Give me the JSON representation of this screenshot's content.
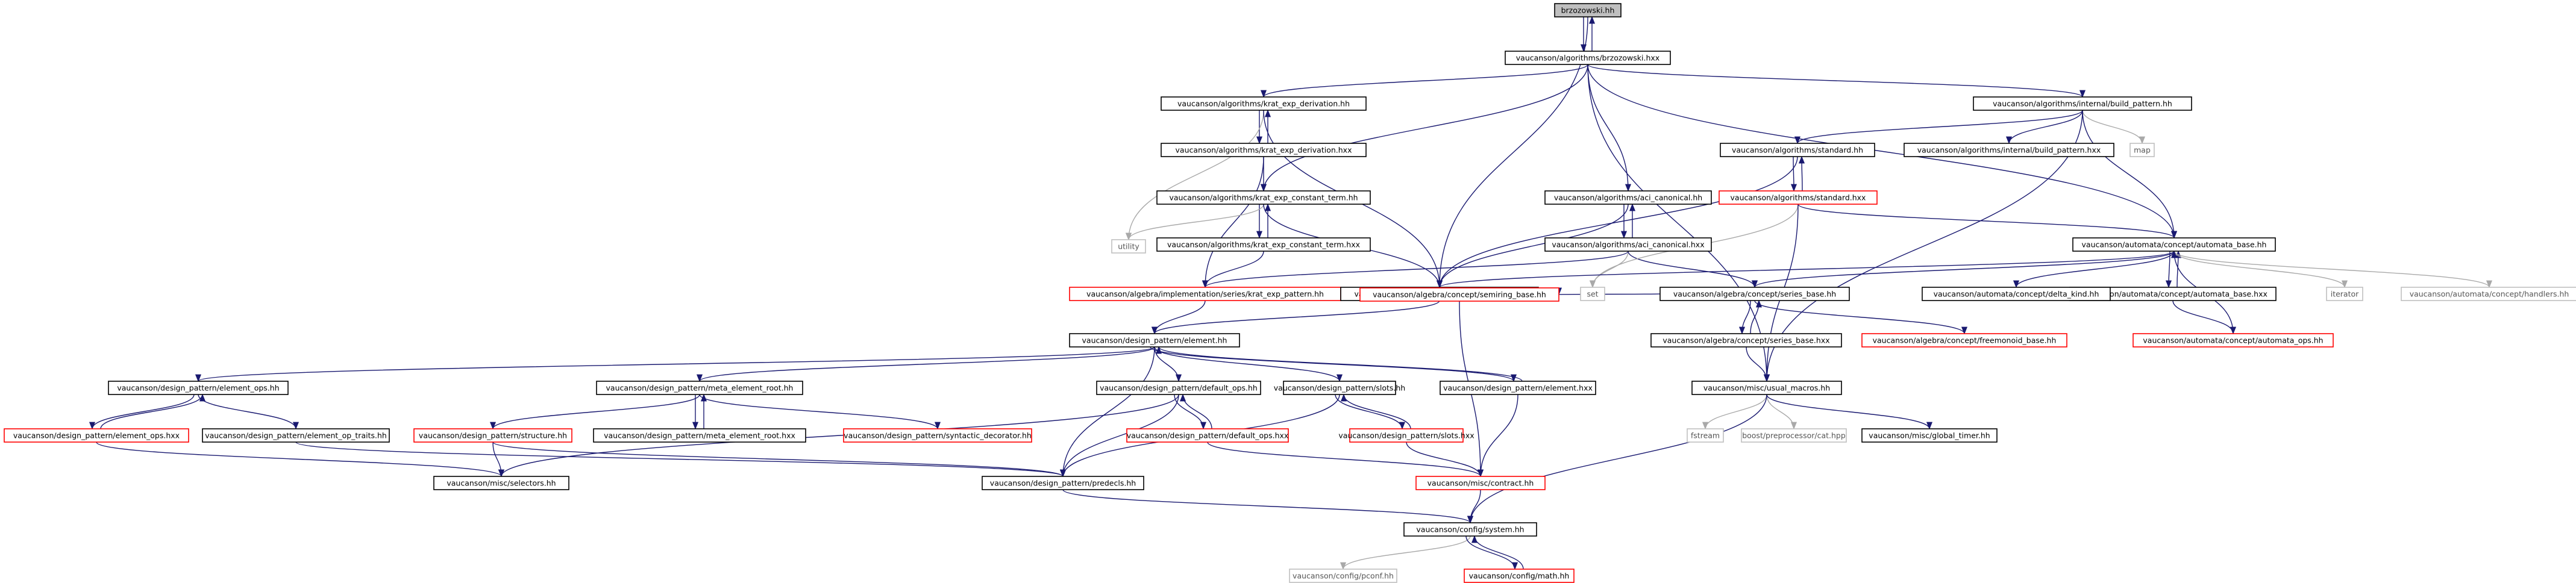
{
  "graph": {
    "colors": {
      "normal_border": "#000000",
      "missing_border": "#ff0000",
      "external_border": "#bfbfbf",
      "root_fill": "#bfbfbf",
      "edge": "#191970",
      "edge_external": "#a9a9a9",
      "text": "#000000"
    },
    "nodes": [
      {
        "id": "brzozowski_hh",
        "label": "brzozowski.hh",
        "style": "root"
      },
      {
        "id": "brzozowski_hxx",
        "label": "vaucanson/algorithms/brzozowski.hxx",
        "style": "normal"
      },
      {
        "id": "krat_deriv_hh",
        "label": "vaucanson/algorithms/krat_exp_derivation.hh",
        "style": "normal"
      },
      {
        "id": "krat_deriv_hxx",
        "label": "vaucanson/algorithms/krat_exp_derivation.hxx",
        "style": "normal"
      },
      {
        "id": "krat_const_hh",
        "label": "vaucanson/algorithms/krat_exp_constant_term.hh",
        "style": "normal"
      },
      {
        "id": "krat_const_hxx",
        "label": "vaucanson/algorithms/krat_exp_constant_term.hxx",
        "style": "normal"
      },
      {
        "id": "utility",
        "label": "utility",
        "style": "external"
      },
      {
        "id": "krat_exp_pattern",
        "label": "vaucanson/algebra/implementation/series/krat_exp_pattern.hh",
        "style": "missing"
      },
      {
        "id": "aci_hh",
        "label": "vaucanson/algorithms/aci_canonical.hh",
        "style": "normal"
      },
      {
        "id": "aci_hxx",
        "label": "vaucanson/algorithms/aci_canonical.hxx",
        "style": "normal"
      },
      {
        "id": "set",
        "label": "set",
        "style": "external"
      },
      {
        "id": "build_pattern_hh",
        "label": "vaucanson/algorithms/internal/build_pattern.hh",
        "style": "normal"
      },
      {
        "id": "build_pattern_hxx",
        "label": "vaucanson/algorithms/internal/build_pattern.hxx",
        "style": "normal"
      },
      {
        "id": "map",
        "label": "map",
        "style": "external"
      },
      {
        "id": "standard_hh",
        "label": "vaucanson/algorithms/standard.hh",
        "style": "normal"
      },
      {
        "id": "standard_hxx",
        "label": "vaucanson/algorithms/standard.hxx",
        "style": "missing"
      },
      {
        "id": "automata_base_hh",
        "label": "vaucanson/automata/concept/automata_base.hh",
        "style": "normal"
      },
      {
        "id": "automata_base_hxx",
        "label": "vaucanson/automata/concept/automata_base.hxx",
        "style": "normal"
      },
      {
        "id": "automata_ops",
        "label": "vaucanson/automata/concept/automata_ops.hh",
        "style": "missing"
      },
      {
        "id": "delta_kind",
        "label": "vaucanson/automata/concept/delta_kind.hh",
        "style": "normal"
      },
      {
        "id": "iterator",
        "label": "iterator",
        "style": "external"
      },
      {
        "id": "handlers",
        "label": "vaucanson/automata/concept/handlers.hh",
        "style": "external"
      },
      {
        "id": "design_pattern_hh",
        "label": "vaucanson/design_pattern/design_pattern.hh",
        "style": "normal"
      },
      {
        "id": "series_base_hh",
        "label": "vaucanson/algebra/concept/series_base.hh",
        "style": "normal"
      },
      {
        "id": "series_base_hxx",
        "label": "vaucanson/algebra/concept/series_base.hxx",
        "style": "normal"
      },
      {
        "id": "semiring_base",
        "label": "vaucanson/algebra/concept/semiring_base.hh",
        "style": "missing"
      },
      {
        "id": "freemonoid_base",
        "label": "vaucanson/algebra/concept/freemonoid_base.hh",
        "style": "missing"
      },
      {
        "id": "usual_macros",
        "label": "vaucanson/misc/usual_macros.hh",
        "style": "normal"
      },
      {
        "id": "fstream",
        "label": "fstream",
        "style": "external"
      },
      {
        "id": "boost_cat",
        "label": "boost/preprocessor/cat.hpp",
        "style": "external"
      },
      {
        "id": "global_timer",
        "label": "vaucanson/misc/global_timer.hh",
        "style": "normal"
      },
      {
        "id": "element_hh",
        "label": "vaucanson/design_pattern/element.hh",
        "style": "normal"
      },
      {
        "id": "element_ops_hh",
        "label": "vaucanson/design_pattern/element_ops.hh",
        "style": "normal"
      },
      {
        "id": "element_ops_hxx",
        "label": "vaucanson/design_pattern/element_ops.hxx",
        "style": "missing"
      },
      {
        "id": "element_op_traits",
        "label": "vaucanson/design_pattern/element_op_traits.hh",
        "style": "normal"
      },
      {
        "id": "meta_element_root_hh",
        "label": "vaucanson/design_pattern/meta_element_root.hh",
        "style": "normal"
      },
      {
        "id": "meta_element_root_hxx",
        "label": "vaucanson/design_pattern/meta_element_root.hxx",
        "style": "normal"
      },
      {
        "id": "structure",
        "label": "vaucanson/design_pattern/structure.hh",
        "style": "missing"
      },
      {
        "id": "syntactic_decorator",
        "label": "vaucanson/design_pattern/syntactic_decorator.hh",
        "style": "missing"
      },
      {
        "id": "default_ops_hh",
        "label": "vaucanson/design_pattern/default_ops.hh",
        "style": "normal"
      },
      {
        "id": "default_ops_hxx",
        "label": "vaucanson/design_pattern/default_ops.hxx",
        "style": "missing"
      },
      {
        "id": "slots_hh",
        "label": "vaucanson/design_pattern/slots.hh",
        "style": "normal"
      },
      {
        "id": "slots_hxx",
        "label": "vaucanson/design_pattern/slots.hxx",
        "style": "missing"
      },
      {
        "id": "element_hxx",
        "label": "vaucanson/design_pattern/element.hxx",
        "style": "normal"
      },
      {
        "id": "selectors",
        "label": "vaucanson/misc/selectors.hh",
        "style": "normal"
      },
      {
        "id": "predecls",
        "label": "vaucanson/design_pattern/predecls.hh",
        "style": "normal"
      },
      {
        "id": "contract",
        "label": "vaucanson/misc/contract.hh",
        "style": "missing"
      },
      {
        "id": "system",
        "label": "vaucanson/config/system.hh",
        "style": "normal"
      },
      {
        "id": "pconf",
        "label": "vaucanson/config/pconf.hh",
        "style": "external"
      },
      {
        "id": "math",
        "label": "vaucanson/config/math.hh",
        "style": "missing"
      }
    ],
    "edges": [
      [
        "brzozowski_hh",
        "brzozowski_hxx"
      ],
      [
        "brzozowski_hxx",
        "brzozowski_hh"
      ],
      [
        "brzozowski_hh",
        "design_pattern_hh"
      ],
      [
        "brzozowski_hxx",
        "krat_deriv_hh"
      ],
      [
        "brzozowski_hxx",
        "krat_const_hh"
      ],
      [
        "brzozowski_hxx",
        "aci_hh"
      ],
      [
        "brzozowski_hxx",
        "build_pattern_hh"
      ],
      [
        "brzozowski_hxx",
        "automata_base_hh"
      ],
      [
        "brzozowski_hxx",
        "usual_macros"
      ],
      [
        "krat_deriv_hh",
        "krat_deriv_hxx"
      ],
      [
        "krat_deriv_hxx",
        "krat_deriv_hh"
      ],
      [
        "krat_deriv_hh",
        "utility"
      ],
      [
        "krat_deriv_hh",
        "design_pattern_hh"
      ],
      [
        "krat_deriv_hxx",
        "krat_const_hh"
      ],
      [
        "krat_deriv_hxx",
        "krat_exp_pattern"
      ],
      [
        "krat_const_hh",
        "krat_const_hxx"
      ],
      [
        "krat_const_hxx",
        "krat_const_hh"
      ],
      [
        "krat_const_hh",
        "utility"
      ],
      [
        "krat_const_hh",
        "design_pattern_hh"
      ],
      [
        "krat_const_hxx",
        "krat_exp_pattern"
      ],
      [
        "aci_hh",
        "aci_hxx"
      ],
      [
        "aci_hxx",
        "aci_hh"
      ],
      [
        "aci_hh",
        "design_pattern_hh"
      ],
      [
        "aci_hxx",
        "krat_exp_pattern"
      ],
      [
        "aci_hxx",
        "set"
      ],
      [
        "aci_hxx",
        "series_base_hh"
      ],
      [
        "build_pattern_hh",
        "build_pattern_hxx"
      ],
      [
        "build_pattern_hh",
        "map"
      ],
      [
        "build_pattern_hh",
        "standard_hh"
      ],
      [
        "build_pattern_hh",
        "automata_base_hh"
      ],
      [
        "build_pattern_hh",
        "usual_macros"
      ],
      [
        "standard_hh",
        "standard_hxx"
      ],
      [
        "standard_hxx",
        "standard_hh"
      ],
      [
        "standard_hh",
        "design_pattern_hh"
      ],
      [
        "standard_hxx",
        "set"
      ],
      [
        "standard_hxx",
        "automata_base_hh"
      ],
      [
        "standard_hxx",
        "usual_macros"
      ],
      [
        "automata_base_hh",
        "automata_base_hxx"
      ],
      [
        "automata_base_hxx",
        "automata_base_hh"
      ],
      [
        "automata_base_hh",
        "delta_kind"
      ],
      [
        "automata_base_hh",
        "iterator"
      ],
      [
        "automata_base_hh",
        "handlers"
      ],
      [
        "automata_base_hh",
        "design_pattern_hh"
      ],
      [
        "automata_base_hh",
        "series_base_hh"
      ],
      [
        "automata_base_hxx",
        "automata_ops"
      ],
      [
        "automata_ops",
        "automata_base_hh"
      ],
      [
        "krat_exp_pattern",
        "element_hh"
      ],
      [
        "design_pattern_hh",
        "element_hh"
      ],
      [
        "series_base_hh",
        "series_base_hxx"
      ],
      [
        "series_base_hxx",
        "series_base_hh"
      ],
      [
        "series_base_hh",
        "semiring_base"
      ],
      [
        "series_base_hh",
        "freemonoid_base"
      ],
      [
        "series_base_hxx",
        "usual_macros"
      ],
      [
        "semiring_base",
        "contract"
      ],
      [
        "usual_macros",
        "fstream"
      ],
      [
        "usual_macros",
        "boost_cat"
      ],
      [
        "usual_macros",
        "global_timer"
      ],
      [
        "usual_macros",
        "system"
      ],
      [
        "element_hh",
        "element_ops_hh"
      ],
      [
        "element_hh",
        "meta_element_root_hh"
      ],
      [
        "element_hh",
        "default_ops_hh"
      ],
      [
        "element_hh",
        "slots_hh"
      ],
      [
        "element_hh",
        "element_hxx"
      ],
      [
        "element_hxx",
        "element_hh"
      ],
      [
        "element_hh",
        "predecls"
      ],
      [
        "element_ops_hh",
        "element_ops_hxx"
      ],
      [
        "element_ops_hxx",
        "element_ops_hh"
      ],
      [
        "element_ops_hh",
        "element_op_traits"
      ],
      [
        "element_ops_hxx",
        "selectors"
      ],
      [
        "element_op_traits",
        "predecls"
      ],
      [
        "meta_element_root_hh",
        "meta_element_root_hxx"
      ],
      [
        "meta_element_root_hxx",
        "meta_element_root_hh"
      ],
      [
        "meta_element_root_hh",
        "structure"
      ],
      [
        "meta_element_root_hh",
        "syntactic_decorator"
      ],
      [
        "structure",
        "selectors"
      ],
      [
        "structure",
        "predecls"
      ],
      [
        "default_ops_hh",
        "default_ops_hxx"
      ],
      [
        "default_ops_hxx",
        "default_ops_hh"
      ],
      [
        "default_ops_hh",
        "selectors"
      ],
      [
        "default_ops_hh",
        "predecls"
      ],
      [
        "default_ops_hxx",
        "contract"
      ],
      [
        "slots_hh",
        "slots_hxx"
      ],
      [
        "slots_hxx",
        "slots_hh"
      ],
      [
        "slots_hh",
        "predecls"
      ],
      [
        "slots_hxx",
        "contract"
      ],
      [
        "element_hxx",
        "contract"
      ],
      [
        "predecls",
        "system"
      ],
      [
        "contract",
        "system"
      ],
      [
        "system",
        "pconf"
      ],
      [
        "system",
        "math"
      ],
      [
        "math",
        "system"
      ]
    ]
  }
}
